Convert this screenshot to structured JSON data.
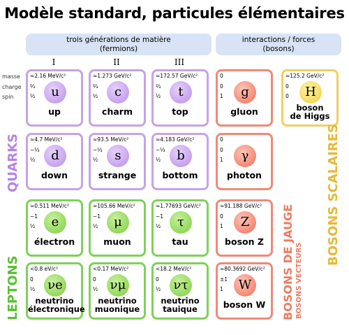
{
  "title": "Modèle standard, particules élémentaires",
  "headers": {
    "fermions_line1": "trois générations de matière",
    "fermions_line2": "(fermions)",
    "bosons_line1": "interactions / forces",
    "bosons_line2": "(bosons)"
  },
  "generations": [
    "I",
    "II",
    "III"
  ],
  "row_labels": {
    "mass": "masse",
    "charge": "charge",
    "spin": "spin"
  },
  "group_labels": {
    "quarks": "QUARKS",
    "leptons": "LEPTONS",
    "gauge": "BOSONS DE JAUGE",
    "gauge_sub": "BOSONS VECTEURS",
    "scalar": "BOSONS SCALAIRES"
  },
  "particles": {
    "up": {
      "mass": "≈2.16 MeV/c²",
      "charge": "⅔",
      "spin": "½",
      "symbol": "u",
      "name": "up"
    },
    "charm": {
      "mass": "≈1.273 GeV/c²",
      "charge": "⅔",
      "spin": "½",
      "symbol": "c",
      "name": "charm"
    },
    "top": {
      "mass": "≈172.57 GeV/c²",
      "charge": "⅔",
      "spin": "½",
      "symbol": "t",
      "name": "top"
    },
    "gluon": {
      "mass": "0",
      "charge": "0",
      "spin": "1",
      "symbol": "g",
      "name": "gluon"
    },
    "higgs": {
      "mass": "≈125.2 GeV/c²",
      "charge": "0",
      "spin": "0",
      "symbol": "H",
      "name1": "boson",
      "name2": "de Higgs"
    },
    "down": {
      "mass": "≈4.7 MeV/c²",
      "charge": "−⅓",
      "spin": "½",
      "symbol": "d",
      "name": "down"
    },
    "strange": {
      "mass": "≈93.5 MeV/c²",
      "charge": "−⅓",
      "spin": "½",
      "symbol": "s",
      "name": "strange"
    },
    "bottom": {
      "mass": "≈4.183 GeV/c²",
      "charge": "−⅓",
      "spin": "½",
      "symbol": "b",
      "name": "bottom"
    },
    "photon": {
      "mass": "0",
      "charge": "0",
      "spin": "1",
      "symbol": "γ",
      "name": "photon"
    },
    "electron": {
      "mass": "≈0.511 MeV/c²",
      "charge": "−1",
      "spin": "½",
      "symbol": "e",
      "name": "électron"
    },
    "muon": {
      "mass": "≈105.66 MeV/c²",
      "charge": "−1",
      "spin": "½",
      "symbol": "μ",
      "name": "muon"
    },
    "tau": {
      "mass": "≈1.77693 GeV/c²",
      "charge": "−1",
      "spin": "½",
      "symbol": "τ",
      "name": "tau"
    },
    "zboson": {
      "mass": "≈91.188 GeV/c²",
      "charge": "0",
      "spin": "1",
      "symbol": "Z",
      "name": "boson Z"
    },
    "nue": {
      "mass": "<0.8 eV/c²",
      "charge": "0",
      "spin": "½",
      "symbol": "νe",
      "name1": "neutrino",
      "name2": "électronique"
    },
    "numu": {
      "mass": "<0.17 MeV/c²",
      "charge": "0",
      "spin": "½",
      "symbol": "νμ",
      "name1": "neutrino",
      "name2": "muonique"
    },
    "nutau": {
      "mass": "<18.2 MeV/c²",
      "charge": "0",
      "spin": "½",
      "symbol": "ντ",
      "name1": "neutrino",
      "name2": "tauique"
    },
    "wboson": {
      "mass": "≈80.3692 GeV/c²",
      "charge": "±1",
      "spin": "1",
      "symbol": "W",
      "name": "boson W"
    }
  }
}
